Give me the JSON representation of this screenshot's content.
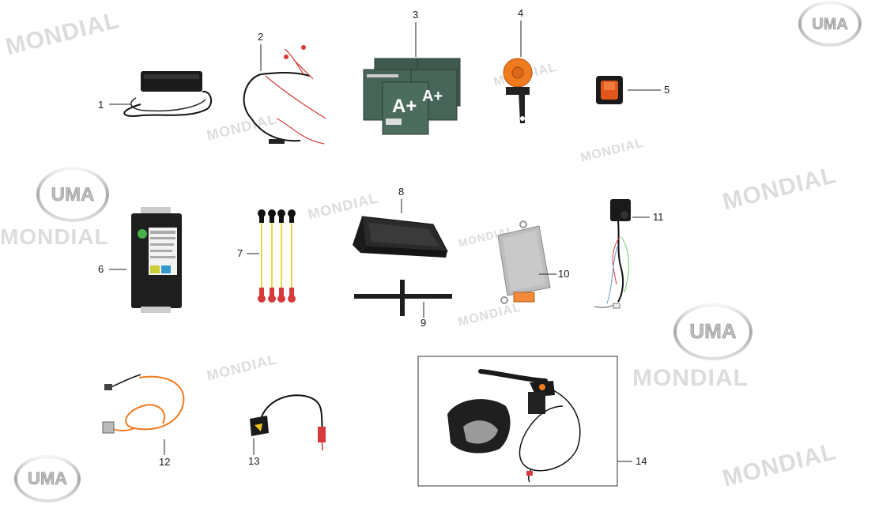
{
  "watermark_text": "MONDIAL",
  "logo_text": "UMA",
  "colors": {
    "line": "#222222",
    "cable": "#111111",
    "red_wire": "#d63a3a",
    "orange": "#f07a1e",
    "battery": "#3e5a4f",
    "battery_label": "#ffffff",
    "watermark": "#dcdcdc",
    "box_border": "#333333"
  },
  "parts": [
    {
      "number": "1",
      "name": "charger"
    },
    {
      "number": "2",
      "name": "wiring-harness"
    },
    {
      "number": "3",
      "name": "battery-pack"
    },
    {
      "number": "4",
      "name": "horn"
    },
    {
      "number": "5",
      "name": "rocker-switch"
    },
    {
      "number": "6",
      "name": "controller"
    },
    {
      "number": "7",
      "name": "battery-connector-cables"
    },
    {
      "number": "8",
      "name": "battery-tray"
    },
    {
      "number": "9",
      "name": "battery-bracket"
    },
    {
      "number": "10",
      "name": "control-module"
    },
    {
      "number": "11",
      "name": "sensor"
    },
    {
      "number": "12",
      "name": "orange-cable"
    },
    {
      "number": "13",
      "name": "charging-socket"
    },
    {
      "number": "14",
      "name": "brake-lever-assembly"
    }
  ],
  "battery_label_text": "A+"
}
